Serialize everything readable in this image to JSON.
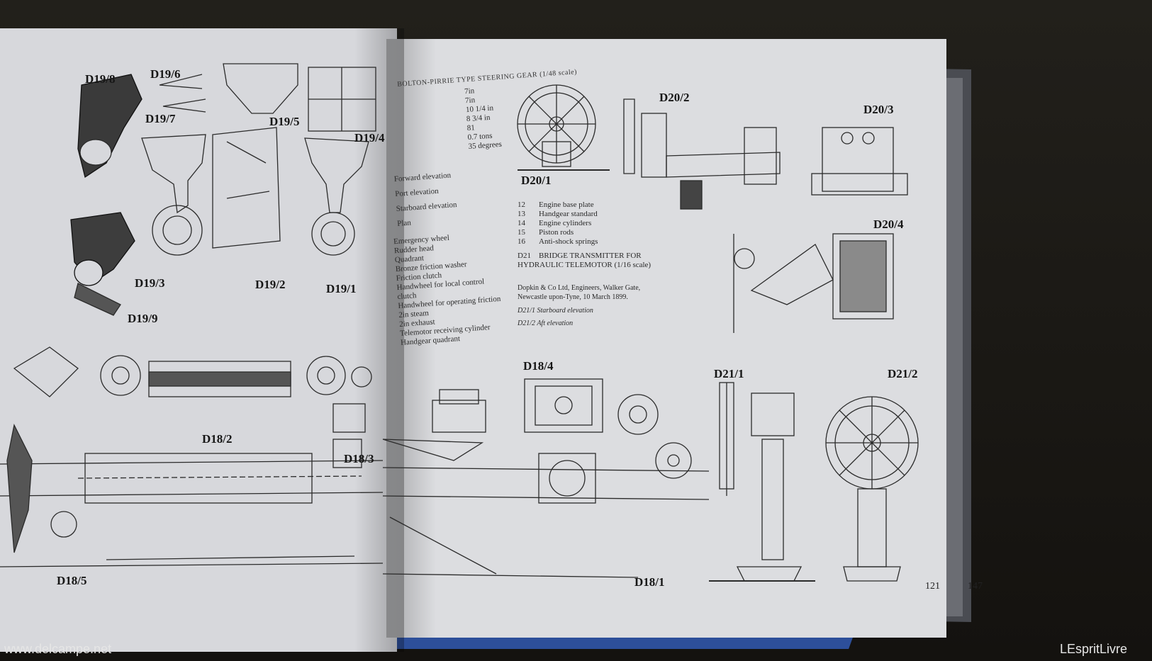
{
  "watermarks": {
    "left": "www.delcampe.net",
    "right": "LEspritLivre"
  },
  "page_numbers": {
    "inner": "121",
    "outer": "147"
  },
  "right_page": {
    "header": "BOLTON-PIRRIE TYPE STEERING GEAR (1/48 scale)",
    "legend_top": [
      {
        "num": "12",
        "text": "Engine base plate"
      },
      {
        "num": "13",
        "text": "Handgear standard"
      },
      {
        "num": "14",
        "text": "Engine cylinders"
      },
      {
        "num": "15",
        "text": "Piston rods"
      },
      {
        "num": "16",
        "text": "Anti-shock springs"
      }
    ],
    "d21_caption": {
      "num": "D21",
      "text": "BRIDGE TRANSMITTER FOR HYDRAULIC TELEMOTOR (1/16 scale)"
    },
    "maker": "Dopkin & Co Ltd, Engineers, Walker Gate, Newcastle upon-Tyne, 10 March 1899.",
    "d21_items": [
      "D21/1  Starboard elevation",
      "D21/2  Aft elevation"
    ],
    "list": [
      "Emergency wheel",
      "Rudder head",
      "Quadrant",
      "Bronze friction washer",
      "Friction clutch",
      "Handwheel for local control",
      "clutch",
      "Handwheel for operating friction",
      "2in steam",
      "2in exhaust",
      "Telemotor receiving cylinder",
      "Handgear quadrant"
    ],
    "spec_values": [
      "7in",
      "7in",
      "10 1/4 in",
      "8 3/4 in",
      "81",
      "0.7 tons",
      "35 degrees"
    ],
    "views": [
      "Forward elevation",
      "Port elevation",
      "Starboard elevation",
      "Plan"
    ]
  },
  "figures": {
    "d19_8": "D19/8",
    "d19_6": "D19/6",
    "d19_7": "D19/7",
    "d19_5": "D19/5",
    "d19_4": "D19/4",
    "d19_3": "D19/3",
    "d19_2": "D19/2",
    "d19_1": "D19/1",
    "d19_9": "D19/9",
    "d18_2": "D18/2",
    "d18_3": "D18/3",
    "d18_5": "D18/5",
    "d18_4": "D18/4",
    "d18_1": "D18/1",
    "d20_1": "D20/1",
    "d20_2": "D20/2",
    "d20_3": "D20/3",
    "d20_4": "D20/4",
    "d21_1": "D21/1",
    "d21_2": "D21/2"
  }
}
